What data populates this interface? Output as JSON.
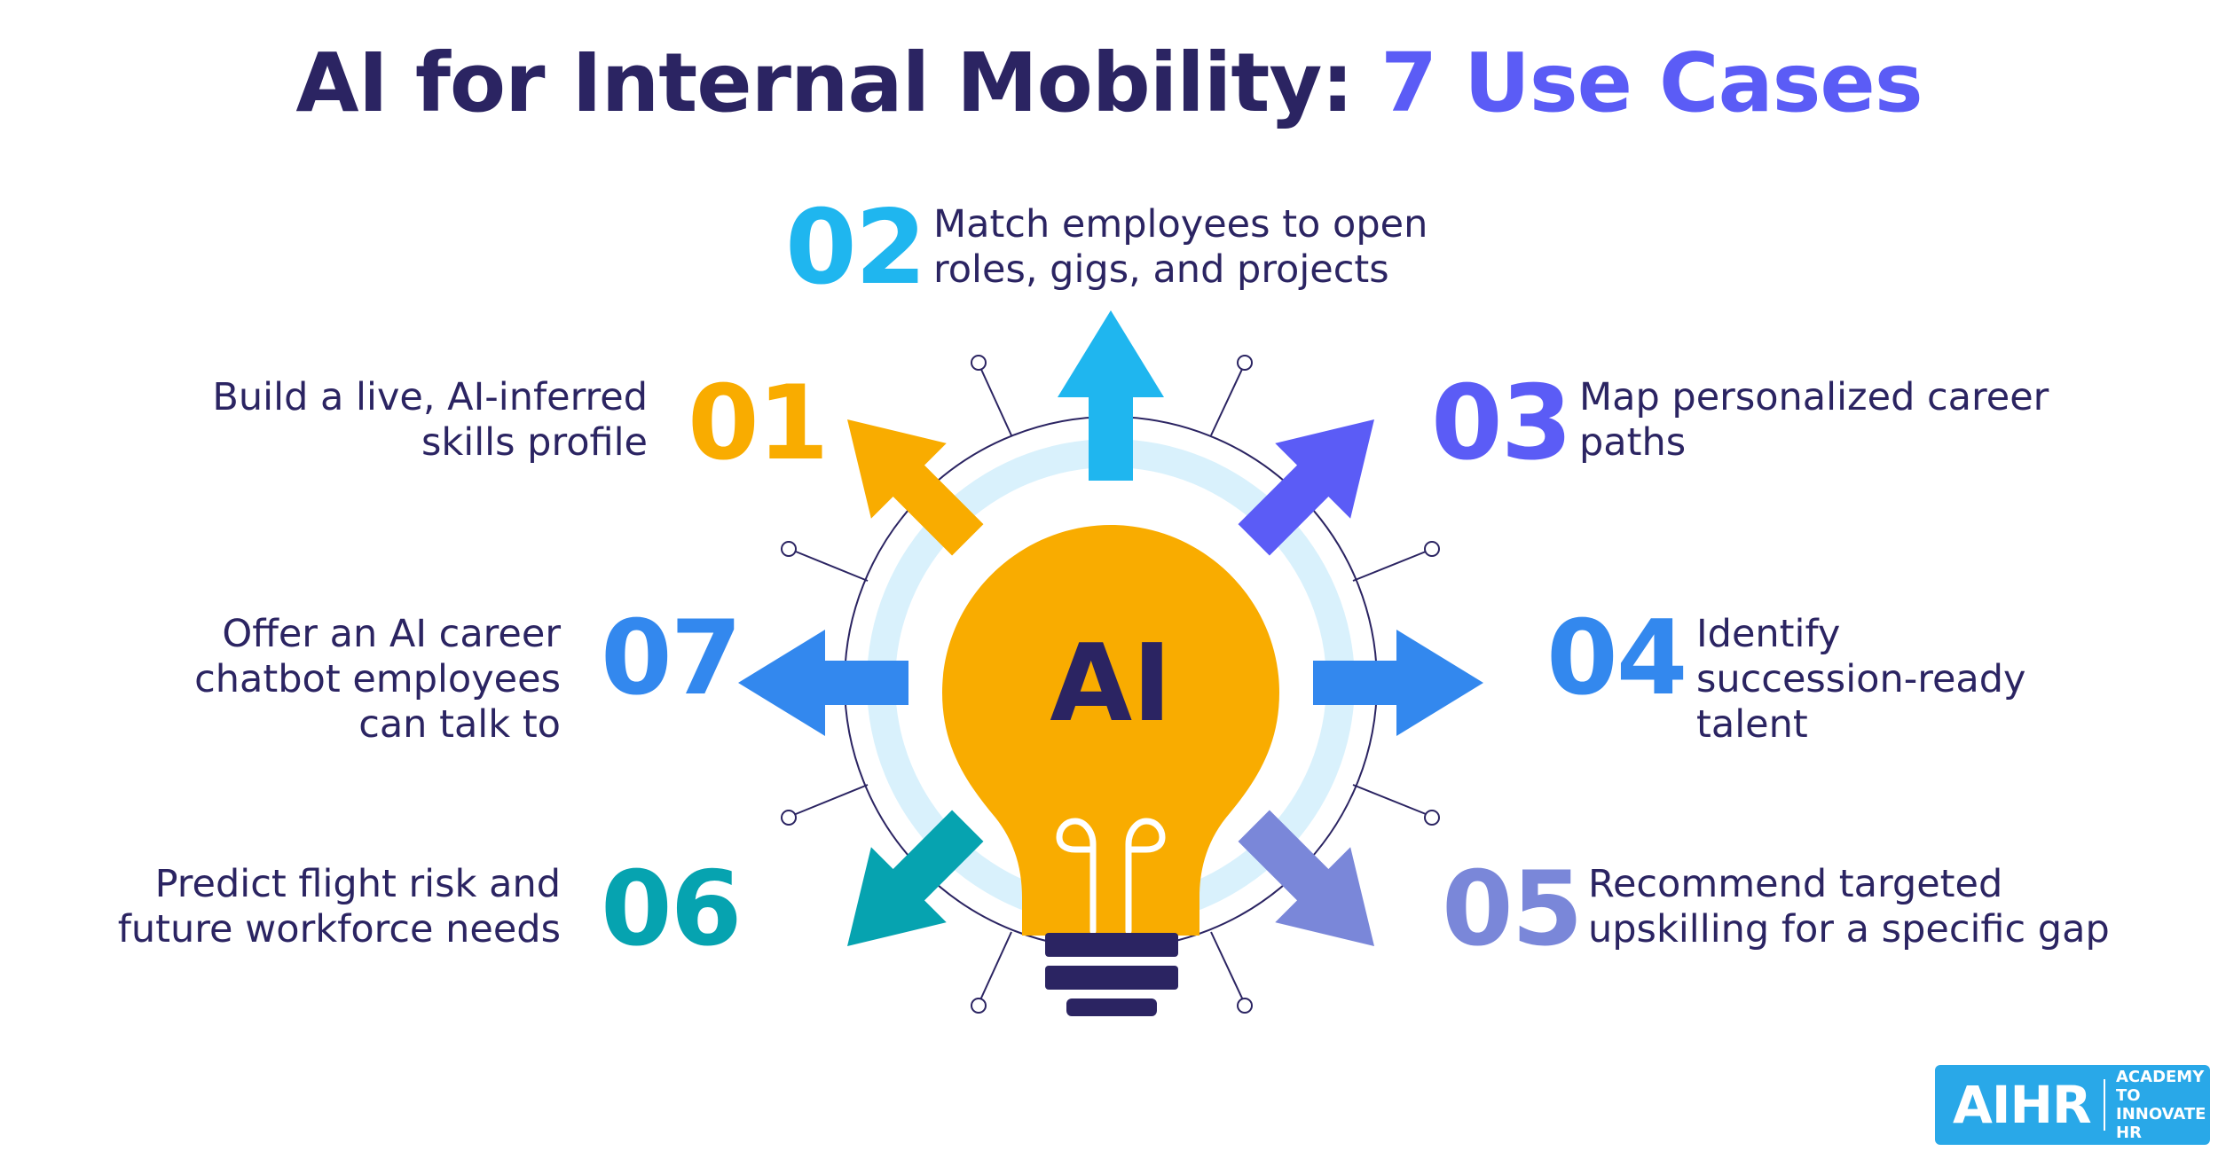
{
  "title": {
    "main": "AI for Internal Mobility:",
    "highlight": "7 Use Cases"
  },
  "bulb_label": "AI",
  "colors": {
    "navy": "#2b2462",
    "orange": "#f9ac00",
    "sky": "#1fb6ef",
    "indigo": "#5b5cf6",
    "blue": "#3388ee",
    "periwinkle": "#7a87d9",
    "teal": "#06a3b0",
    "ring": "#d9f1fc"
  },
  "use_cases": [
    {
      "number": "01",
      "lines": [
        "Build a live, AI-inferred",
        "skills profile"
      ]
    },
    {
      "number": "02",
      "lines": [
        "Match employees to open",
        "roles, gigs, and projects"
      ]
    },
    {
      "number": "03",
      "lines": [
        "Map personalized career",
        "paths"
      ]
    },
    {
      "number": "04",
      "lines": [
        "Identify",
        "succession-ready",
        "talent"
      ]
    },
    {
      "number": "05",
      "lines": [
        "Recommend targeted",
        "upskilling for a specific gap"
      ]
    },
    {
      "number": "06",
      "lines": [
        "Predict flight risk and",
        "future workforce needs"
      ]
    },
    {
      "number": "07",
      "lines": [
        "Offer an AI career",
        "chatbot employees",
        "can talk to"
      ]
    }
  ],
  "logo": {
    "brand": "AIHR",
    "tagline": [
      "ACADEMY TO",
      "INNOVATE HR"
    ]
  }
}
